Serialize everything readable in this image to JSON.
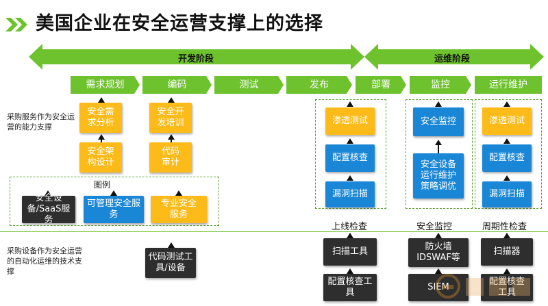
{
  "title": "美国企业在安全运营支撑上的选择",
  "phases": {
    "dev": "开发阶段",
    "ops": "运维阶段"
  },
  "stages": [
    "需求规划",
    "编码",
    "测试",
    "发布",
    "部署",
    "监控",
    "运行维护"
  ],
  "left_notes": {
    "service": "采购服务作为安全运营的能力支撑",
    "device": "采购设备作为安全运营的自动化运维的技术支撑"
  },
  "dev_boxes": {
    "req_analysis": "安全需求分析",
    "arch_design": "安全架构设计",
    "dev_training": "安全开发培训",
    "code_audit": "代码审计"
  },
  "legend": {
    "title": "图例",
    "device": "安全设备/SaaS服务",
    "managed": "可管理安全服务",
    "pro": "专业安全服务"
  },
  "release_col": {
    "pentest": "渗透测试",
    "config": "配置核查",
    "vulnscan": "漏洞扫描"
  },
  "monitor_col": {
    "monitor": "安全监控",
    "policy": "安全设备运行维护策略调优"
  },
  "maint_col": {
    "pentest": "渗透测试",
    "config": "配置核查",
    "vulnscan": "漏洞扫描"
  },
  "bottom_heads": {
    "online": "上线检查",
    "monitor": "安全监控",
    "periodic": "周期性检查"
  },
  "tools": {
    "code_tools": "代码测试工具/设备",
    "scan_tool": "扫描工具",
    "config_tool": "配置核查工具",
    "firewall": "防火墙IDSWAF等",
    "siem": "SIEM",
    "scanner": "扫描器",
    "config_tool2": "配置核查工具"
  },
  "colors": {
    "green": "#6ec22e",
    "yellow": "#fdbb1a",
    "blue": "#1a86d6",
    "dark": "#2e2e2e"
  }
}
